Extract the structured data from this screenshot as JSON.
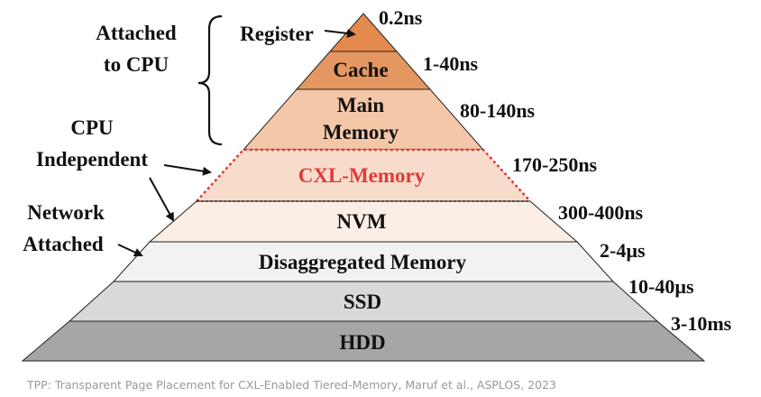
{
  "tiers": [
    {
      "id": "register",
      "label": "Register",
      "latency": "0.2ns",
      "fill": "#e48a4e"
    },
    {
      "id": "cache",
      "label": "Cache",
      "latency": "1-40ns",
      "fill": "#e59761"
    },
    {
      "id": "main-memory",
      "label_lines": [
        "Main",
        "Memory"
      ],
      "latency": "80-140ns",
      "fill": "#f4c7a8"
    },
    {
      "id": "cxl-memory",
      "label": "CXL-Memory",
      "latency": "170-250ns",
      "fill": "#f8dccb",
      "label_color": "#e03a3a",
      "border_color": "#e03a3a"
    },
    {
      "id": "nvm",
      "label": "NVM",
      "latency": "300-400ns",
      "fill": "#fbeee5"
    },
    {
      "id": "disaggregated-memory",
      "label": "Disaggregated Memory",
      "latency": "2-4µs",
      "fill": "#f2f2f2"
    },
    {
      "id": "ssd",
      "label": "SSD",
      "latency": "10-40µs",
      "fill": "#d9d9d9"
    },
    {
      "id": "hdd",
      "label": "HDD",
      "latency": "3-10ms",
      "fill": "#a6a6a6"
    }
  ],
  "side_labels": {
    "attached_to_cpu": [
      "Attached",
      "to CPU"
    ],
    "cpu_independent": [
      "CPU",
      "Independent"
    ],
    "network_attached": [
      "Network",
      "Attached"
    ]
  },
  "caption": "TPP: Transparent Page Placement for CXL-Enabled Tiered-Memory, Maruf et al., ASPLOS, 2023"
}
